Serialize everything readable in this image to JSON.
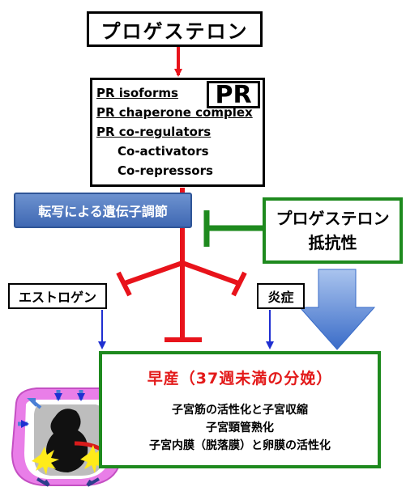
{
  "nodes": {
    "progesterone": "プロゲステロン",
    "pr_label": "PR",
    "pr_lines": {
      "isoforms": "PR isoforms",
      "chaperone": "PR chaperone complex",
      "coregulators": "PR co-regulators",
      "coactivators": "Co-activators",
      "corepressors": "Co-repressors"
    },
    "transcription": "転写による遺伝子調節",
    "resistance_line1": "プロゲステロン",
    "resistance_line2": "抵抗性",
    "estrogen": "エストロゲン",
    "inflammation": "炎症",
    "preterm_title": "早産（37週未満の分娩）",
    "effects": [
      "子宮筋の活性化と子宮収縮",
      "子宮頸管熟化",
      "子宮内膜（脱落膜）と卵膜の活性化"
    ]
  },
  "colors": {
    "activation_arrow": "#e8131b",
    "inhibition": "#e8131b",
    "resistance": "#1e8a1e",
    "input_arrow": "#1f2fd1",
    "big_arrow": "#4f7fd1",
    "uterus_outline": "#e97ee8"
  },
  "icons": [
    "uterus-fetus-illustration"
  ]
}
